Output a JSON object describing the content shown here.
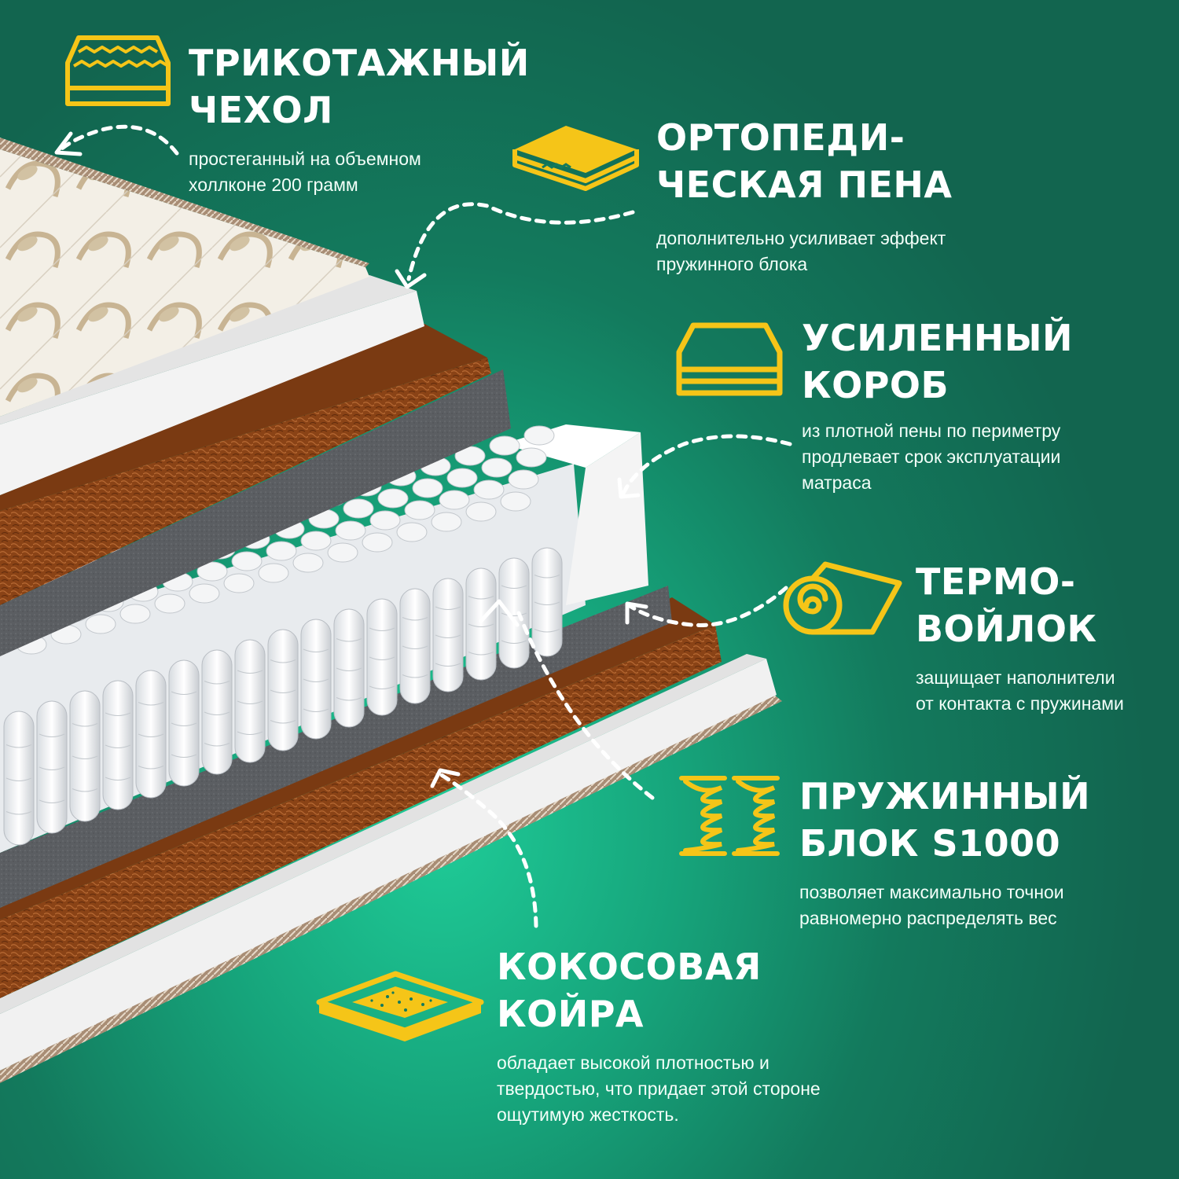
{
  "features": [
    {
      "id": "cover",
      "icon": "quilted-mattress-icon",
      "title_line1": "ТРИКОТАЖНЫЙ",
      "title_line2": "ЧЕХОЛ",
      "desc_line1": "простеганный на объемном",
      "desc_line2": "холлконе 200 грамм"
    },
    {
      "id": "ortho-foam",
      "icon": "foam-layers-icon",
      "title_line1": "ОРТОПЕДИ-",
      "title_line2": "ЧЕСКАЯ ПЕНА",
      "desc_line1": "дополнительно усиливает эффект",
      "desc_line2": "пружинного блока"
    },
    {
      "id": "box",
      "icon": "mattress-box-icon",
      "title_line1": "УСИЛЕННЫЙ",
      "title_line2": "КОРОБ",
      "desc_line1": "из плотной пены по периметру",
      "desc_line2": "продлевает срок эксплуатации",
      "desc_line3": "матраса"
    },
    {
      "id": "felt",
      "icon": "felt-roll-icon",
      "title_line1": "ТЕРМО-",
      "title_line2": "ВОЙЛОК",
      "desc_line1": "защищает наполнители",
      "desc_line2": "от контакта с пружинами"
    },
    {
      "id": "springs",
      "icon": "springs-icon",
      "title_line1": "ПРУЖИННЫЙ",
      "title_line2": "БЛОК S1000",
      "desc_line1": "позволяет максимально точнои",
      "desc_line2": "равномерно распределять вес"
    },
    {
      "id": "coir",
      "icon": "coir-layer-icon",
      "title_line1": "КОКОСОВАЯ",
      "title_line2": "КОЙРА",
      "desc_line1": "обладает высокой плотностью и",
      "desc_line2": "твердостью, что придает этой стороне",
      "desc_line3": "ощутимую жесткость."
    }
  ],
  "colors": {
    "accent_yellow": "#f5c518",
    "background_green": "#137a5d",
    "coir_brown": "#8a4316",
    "felt_gray": "#5a5d60",
    "foam_white": "#f2f2f2"
  }
}
